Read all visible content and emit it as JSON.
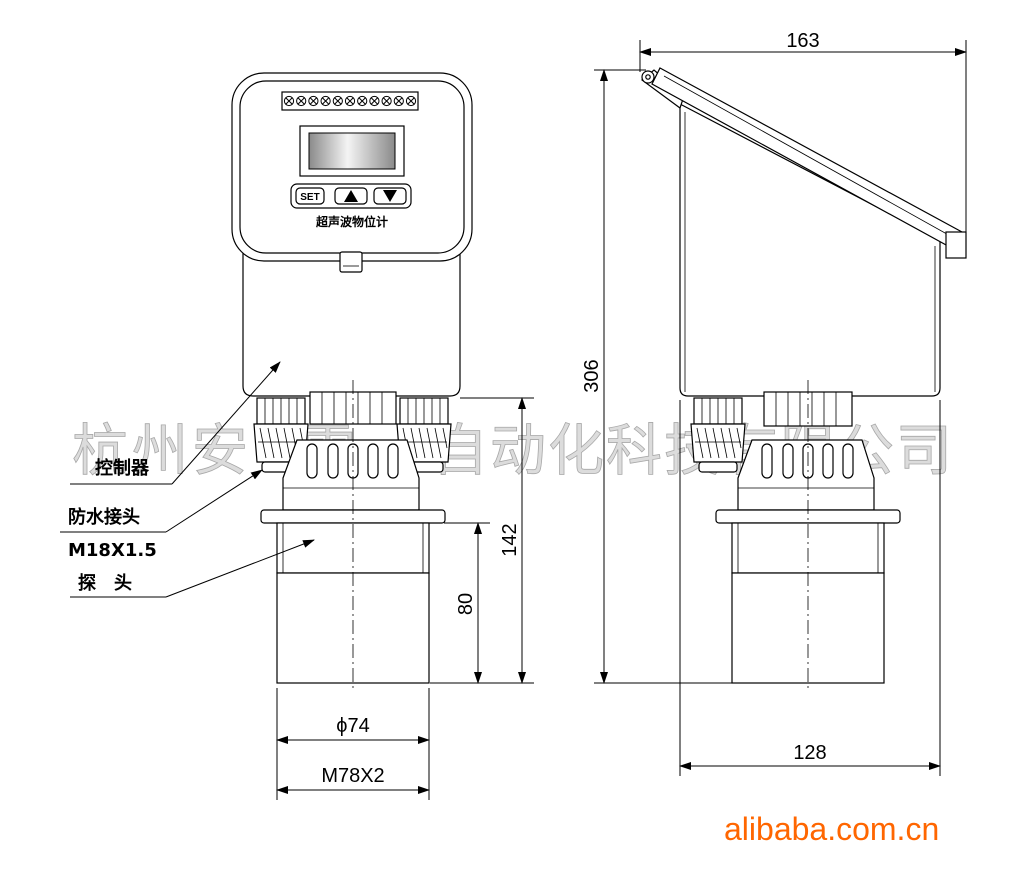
{
  "watermark": {
    "segments": [
      "杭州安",
      "雷",
      "自动化科技有限公司"
    ]
  },
  "device": {
    "panel_label": "超声波物位计",
    "set_button": "SET",
    "up_button_icon": "up-triangle-icon",
    "down_button_icon": "down-triangle-icon",
    "terminal_count": 11
  },
  "callouts": {
    "controller": "控制器",
    "waterproof_connector": "防水接头",
    "connector_thread": "M18X1.5",
    "probe": "探　头"
  },
  "dimensions": {
    "front_height": "142",
    "probe_height": "80",
    "probe_diameter": "ϕ74",
    "probe_thread": "M78X2",
    "side_top_width": "163",
    "side_total_height": "306",
    "side_body_width": "128"
  },
  "footer": {
    "site": "alibaba.com.cn"
  },
  "colors": {
    "line": "#000000",
    "brand": "#ff6600",
    "watermark": "#dcdcdc"
  }
}
